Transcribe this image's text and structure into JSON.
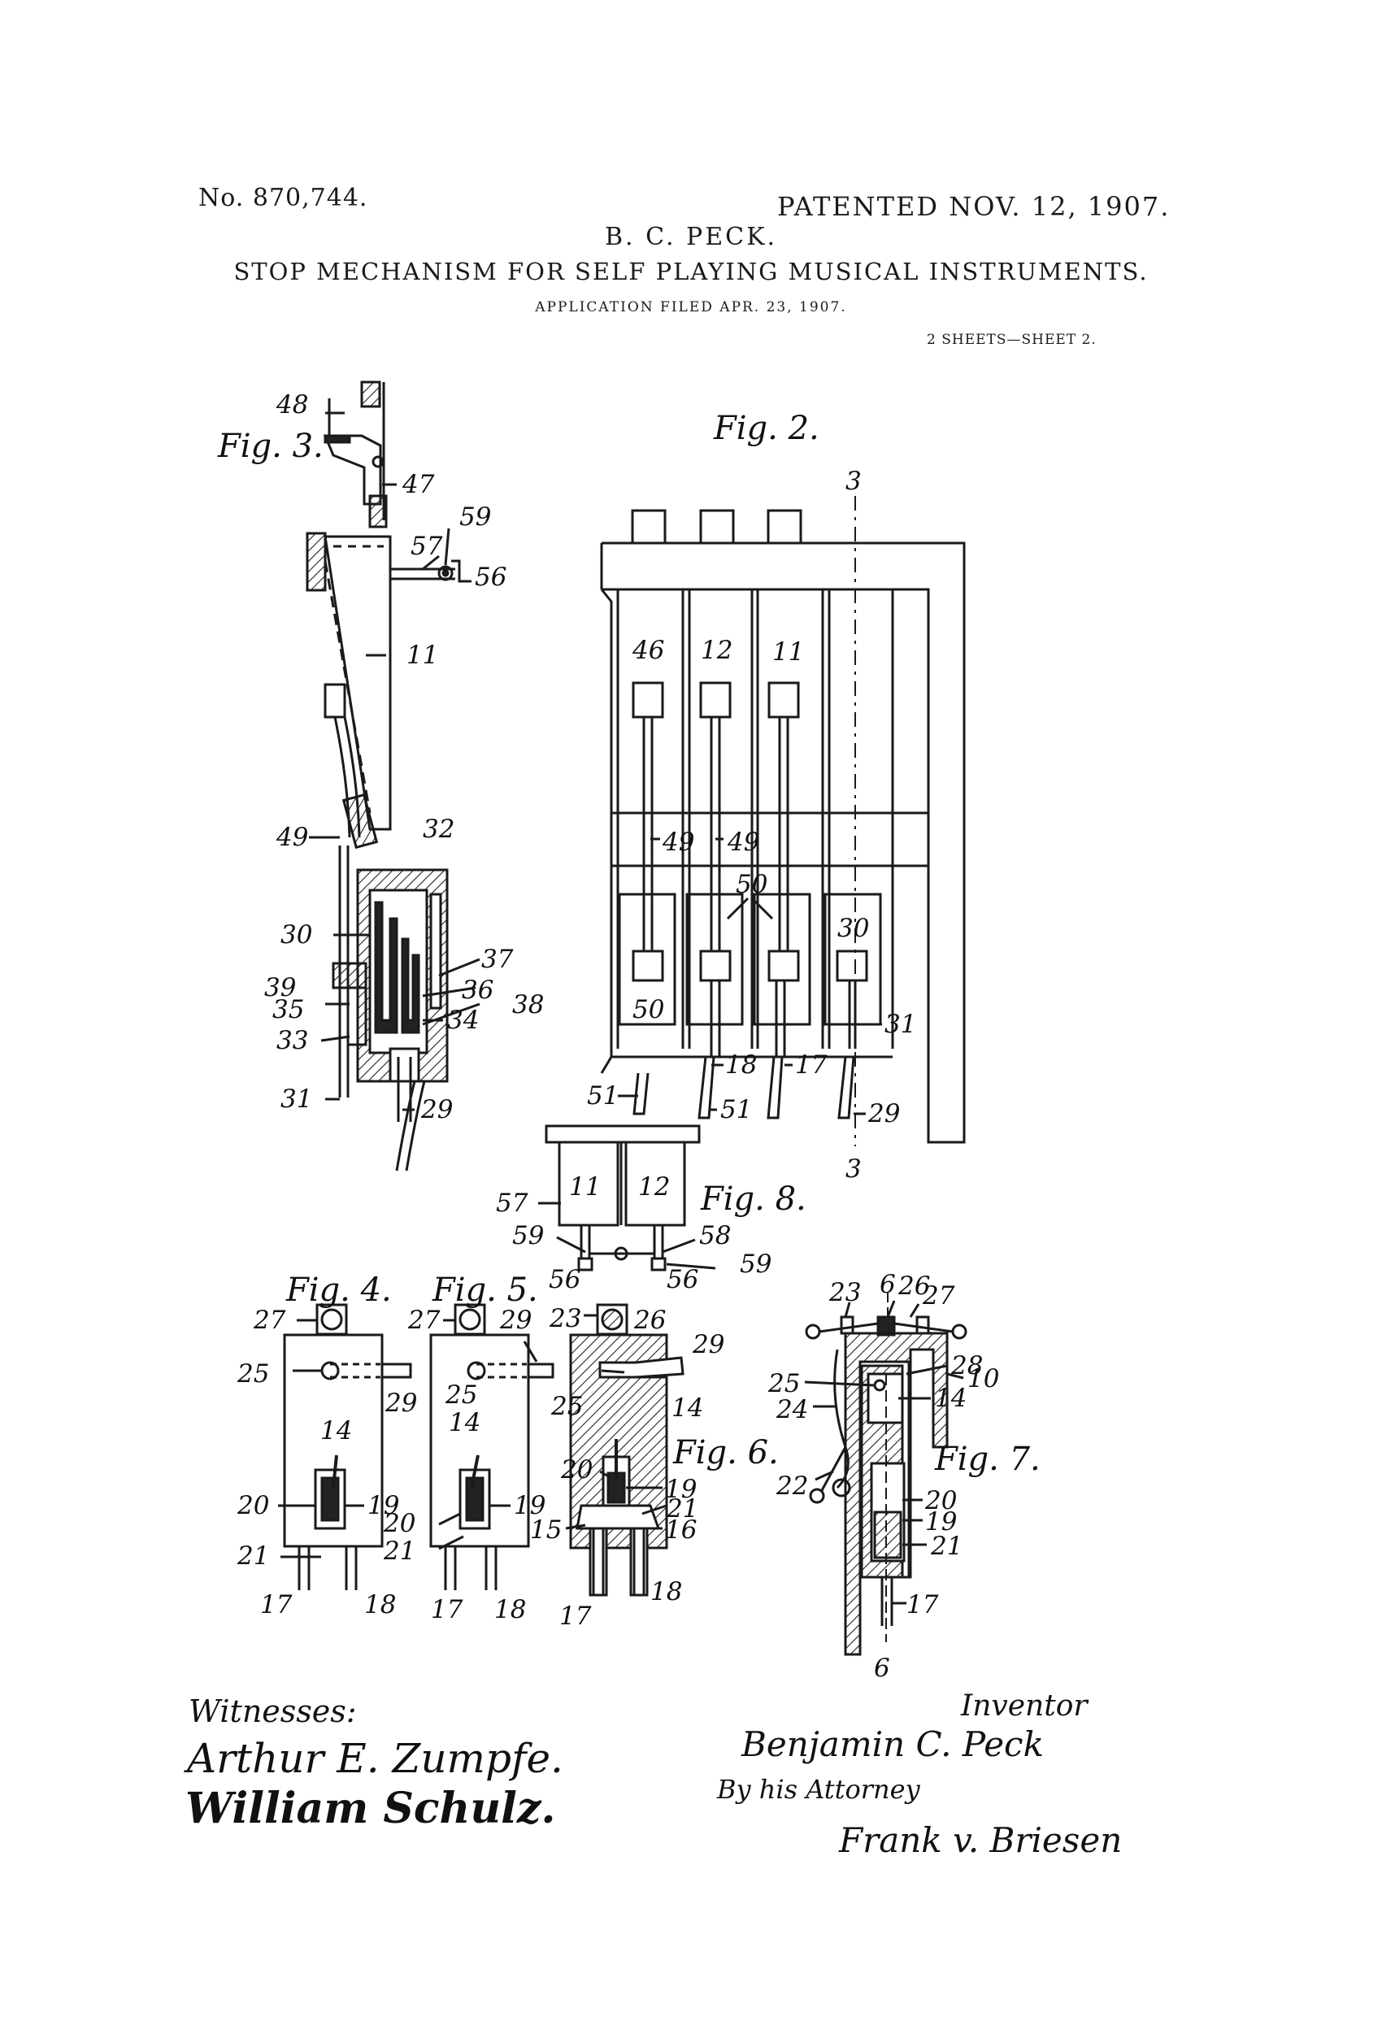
{
  "header": {
    "patent_number": "No. 870,744.",
    "patent_date": "PATENTED NOV. 12, 1907.",
    "inventor": "B. C. PECK.",
    "title": "STOP MECHANISM FOR SELF PLAYING MUSICAL INSTRUMENTS.",
    "application": "APPLICATION FILED APR. 23, 1907.",
    "sheet": "2 SHEETS—SHEET 2."
  },
  "figures": {
    "fig3": {
      "label": "Fig. 3.",
      "refs": [
        "48",
        "47",
        "59",
        "57",
        "56",
        "11",
        "49",
        "32",
        "30",
        "37",
        "39",
        "35",
        "36",
        "38",
        "34",
        "33",
        "31",
        "29"
      ]
    },
    "fig2": {
      "label": "Fig. 2.",
      "section_top": "3",
      "section_bottom": "3",
      "refs": [
        "46",
        "12",
        "11",
        "49",
        "49",
        "50",
        "30",
        "50",
        "31",
        "18",
        "17",
        "51",
        "51",
        "29"
      ]
    },
    "fig8": {
      "label": "Fig. 8.",
      "refs": [
        "11",
        "12",
        "57",
        "59",
        "58",
        "59",
        "56",
        "56"
      ]
    },
    "fig4": {
      "label": "Fig. 4.",
      "refs": [
        "27",
        "25",
        "29",
        "14",
        "20",
        "19",
        "21",
        "17",
        "18"
      ]
    },
    "fig5": {
      "label": "Fig. 5.",
      "refs": [
        "27",
        "29",
        "25",
        "14",
        "19",
        "20",
        "21",
        "17",
        "18"
      ]
    },
    "fig6": {
      "label": "Fig. 6.",
      "refs": [
        "23",
        "26",
        "29",
        "25",
        "14",
        "20",
        "19",
        "21",
        "15",
        "16",
        "17",
        "18"
      ]
    },
    "fig7": {
      "label": "Fig. 7.",
      "section_top": "6",
      "section_bottom": "6",
      "refs": [
        "26",
        "23",
        "27",
        "25",
        "28",
        "10",
        "24",
        "14",
        "22",
        "20",
        "19",
        "21",
        "17"
      ]
    }
  },
  "signatures": {
    "witnesses_label": "Witnesses:",
    "witness_1": "Arthur E. Zumpfe.",
    "witness_2": "William Schulz.",
    "inventor_label": "Inventor",
    "inventor_signature": "Benjamin C. Peck",
    "attorney_label": "By his Attorney",
    "attorney_signature": "Frank v. Briesen"
  }
}
